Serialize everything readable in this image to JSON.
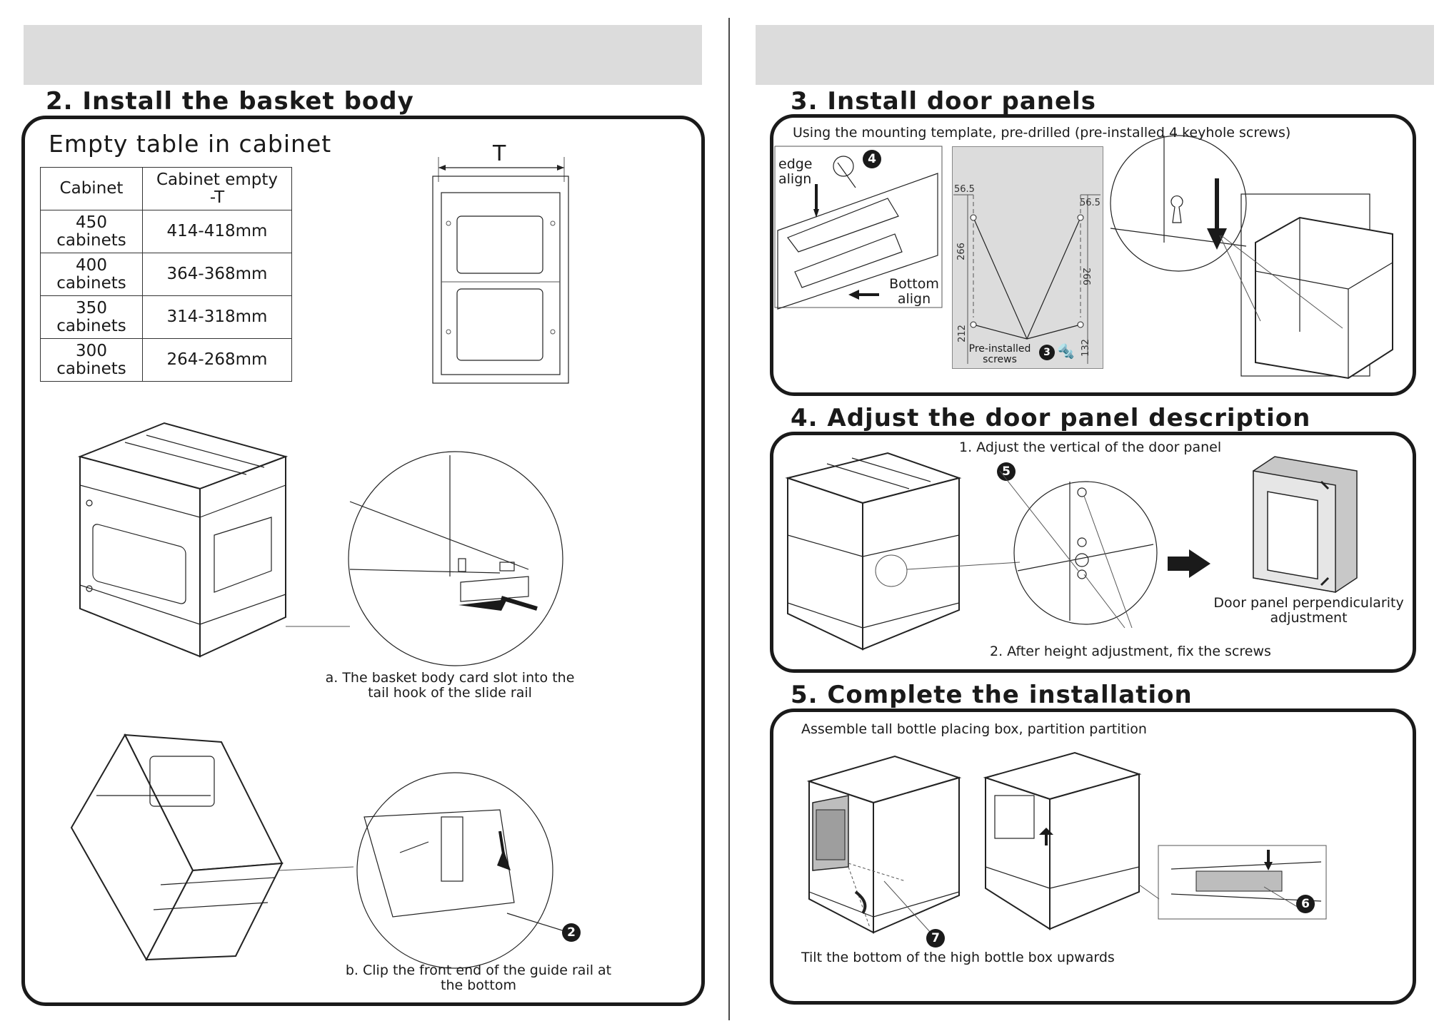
{
  "section2": {
    "title": "2. Install the basket body",
    "subtitle": "Empty table in cabinet",
    "table": {
      "headers": [
        "Cabinet",
        "Cabinet empty -T"
      ],
      "rows": [
        [
          "450 cabinets",
          "414-418mm"
        ],
        [
          "400 cabinets",
          "364-368mm"
        ],
        [
          "350 cabinets",
          "314-318mm"
        ],
        [
          "300 cabinets",
          "264-268mm"
        ]
      ]
    },
    "dimension_label": "T",
    "caption_a": "a. The basket body card slot into the tail hook of the slide rail",
    "caption_b": "b. Clip the front end of the guide rail at the bottom",
    "badge_2": "2"
  },
  "section3": {
    "title": "3. Install door panels",
    "note": "Using the mounting template, pre-drilled (pre-installed 4 keyhole screws)",
    "edge_align": "edge align",
    "bottom_align": "Bottom align",
    "badge_4": "4",
    "badge_3": "3",
    "template": {
      "dim_left_top": "56.5",
      "dim_right_top": "56.5",
      "dim_266_left": "266",
      "dim_266_right": "266",
      "dim_212": "212",
      "dim_132": "132",
      "screws_label": "Pre-installed screws"
    }
  },
  "section4": {
    "title": "4. Adjust the door panel description",
    "step1": "1. Adjust the vertical of the door panel",
    "step2": "2. After height adjustment, fix the screws",
    "perp": "Door panel perpendicularity adjustment",
    "badge_5": "5"
  },
  "section5": {
    "title": "5. Complete the installation",
    "note": "Assemble tall bottle placing box, partition partition",
    "tilt": "Tilt the bottom of the high bottle box upwards",
    "badge_6": "6",
    "badge_7": "7"
  }
}
